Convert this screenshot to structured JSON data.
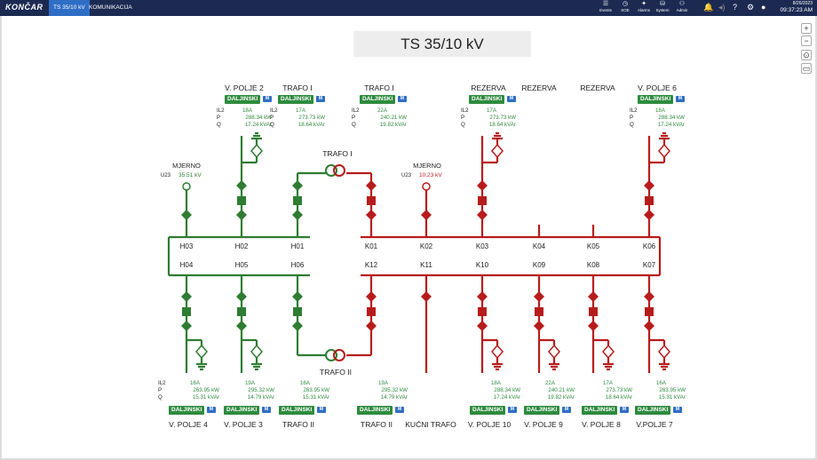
{
  "topbar": {
    "logo": "KONČAR",
    "tabs": [
      "TS 35/10 kV",
      "KOMUNIKACIJA"
    ],
    "nav": [
      {
        "label": "Events",
        "icon": "list-icon"
      },
      {
        "label": "SOE",
        "icon": "clock-icon"
      },
      {
        "label": "Alarms",
        "icon": "alarm-icon"
      },
      {
        "label": "System",
        "icon": "system-icon"
      },
      {
        "label": "Admin",
        "icon": "admin-icon"
      }
    ],
    "date": "8/26/2023",
    "time": "09:37:23 AM",
    "icon_colors": {
      "bell": "#e03a3a"
    }
  },
  "title": "TS 35/10 kV",
  "zoom": {
    "plus": "+",
    "minus": "−",
    "center": "⊙",
    "note": "▭"
  },
  "colors": {
    "green": "#2e7d32",
    "red": "#b71c1c",
    "bus": "#1a7a2a",
    "badge": "#2e8b3e",
    "m_badge": "#2f6ec5"
  },
  "top_bays": [
    {
      "name": "V. POLJE 2",
      "badge": "DALJINSKI",
      "m": "M",
      "il2": "18A",
      "p": "288.34 kW",
      "q": "17.24 kVAr"
    },
    {
      "name": "TRAFO I",
      "badge": "DALJINSKI",
      "m": "M",
      "il2": "17A",
      "p": "273.73 kW",
      "q": "18.64 kVAr"
    },
    {
      "name": "TRAFO I",
      "badge": "DALJINSKI",
      "m": "M",
      "il2": "22A",
      "p": "240.21 kW",
      "q": "19.82 kVAr"
    },
    {
      "name": "REZERVA",
      "badge": "DALJINSKI",
      "m": "M",
      "il2": "17A",
      "p": "273.73 kW",
      "q": "18.64 kVAr"
    },
    {
      "name": "REZERVA"
    },
    {
      "name": "REZERVA"
    },
    {
      "name": "V. POLJE 6",
      "badge": "DALJINSKI",
      "m": "M",
      "il2": "18A",
      "p": "288.34 kW",
      "q": "17.24 kVAr"
    }
  ],
  "bottom_bays": [
    {
      "name": "V. POLJE 4",
      "badge": "DALJINSKI",
      "m": "M",
      "il2": "16A",
      "p": "263.95 kW",
      "q": "15.31 kVAr"
    },
    {
      "name": "V. POLJE 3",
      "badge": "DALJINSKI",
      "m": "M",
      "il2": "19A",
      "p": "295.32 kW",
      "q": "14.79 kVAr"
    },
    {
      "name": "TRAFO II",
      "badge": "DALJINSKI",
      "m": "M",
      "il2": "16A",
      "p": "263.95 kW",
      "q": "15.31 kVAr"
    },
    {
      "name": "TRAFO II",
      "badge": "DALJINSKI",
      "m": "M",
      "il2": "19A",
      "p": "295.32 kW",
      "q": "14.79 kVAr"
    },
    {
      "name": "KUĆNI TRAFO"
    },
    {
      "name": "V. POLJE 10",
      "badge": "DALJINSKI",
      "m": "M",
      "il2": "18A",
      "p": "288.34 kW",
      "q": "17.24 kVAr"
    },
    {
      "name": "V. POLJE 9",
      "badge": "DALJINSKI",
      "m": "M",
      "il2": "22A",
      "p": "240.21 kW",
      "q": "19.82 kVAr"
    },
    {
      "name": "V. POLJE 8",
      "badge": "DALJINSKI",
      "m": "M",
      "il2": "17A",
      "p": "273.73 kW",
      "q": "18.64 kVAr"
    },
    {
      "name": "V.POLJE 7",
      "badge": "DALJINSKI",
      "m": "M",
      "il2": "16A",
      "p": "263.95 kW",
      "q": "15.31 kVAr"
    }
  ],
  "meas_keys": {
    "il2": "IL2",
    "p": "P",
    "q": "Q"
  },
  "busbar_labels_top": [
    "H03",
    "H02",
    "H01",
    "K01",
    "K02",
    "K03",
    "K04",
    "K05",
    "K06"
  ],
  "busbar_labels_bottom": [
    "H04",
    "H05",
    "H06",
    "K12",
    "K11",
    "K10",
    "K09",
    "K08",
    "K07"
  ],
  "transformers": {
    "top": "TRAFO I",
    "bottom": "TRAFO II"
  },
  "mjerno": [
    {
      "label": "MJERNO",
      "u_label": "U23",
      "value": "35.51 kV",
      "color": "#2e7d32"
    },
    {
      "label": "MJERNO",
      "u_label": "U23",
      "value": "10.23 kV",
      "color": "#b71c1c"
    }
  ]
}
